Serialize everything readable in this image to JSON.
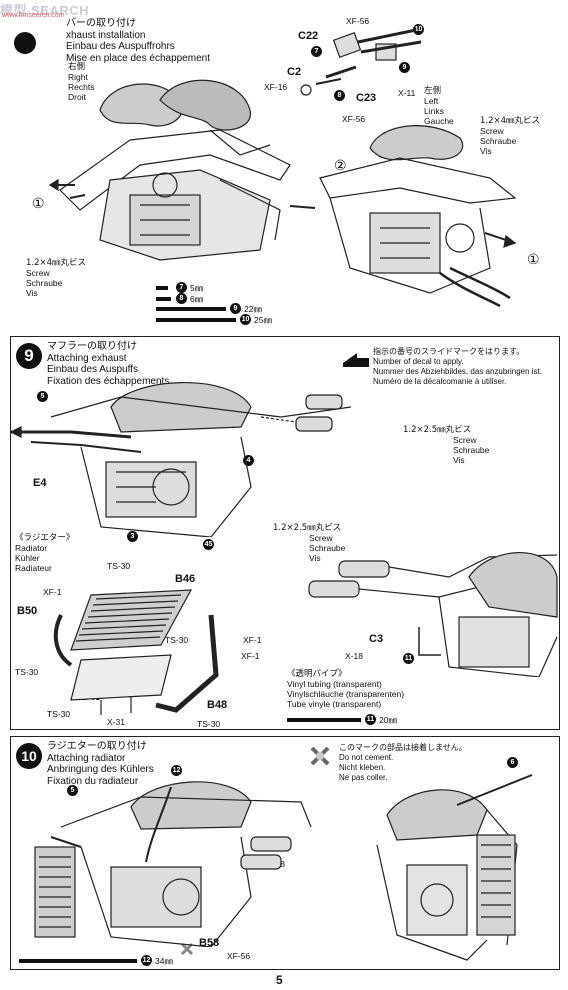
{
  "watermark": {
    "main": "模型 SEARCH",
    "sub": "www.hmsearch.com"
  },
  "step8": {
    "title": [
      "バーの取り付け",
      "xhaust installation",
      "Einbau des Auspuffrohrs",
      "Mise en place des échappement"
    ],
    "right_label": [
      "右側",
      "Right",
      "Rechts",
      "Droit"
    ],
    "left_label": [
      "左側",
      "Left",
      "Links",
      "Gauche"
    ],
    "screw_left": [
      "1.2×4㎜丸ビス",
      "Screw",
      "Schraube",
      "Vis"
    ],
    "screw_right": [
      "1.2×4㎜丸ビス",
      "Screw",
      "Schraube",
      "Vis"
    ],
    "parts": {
      "c22": "C22",
      "c2": "C2",
      "c23": "C23",
      "xf56a": "XF-56",
      "xf16": "XF-16",
      "x11": "X-11",
      "xf56b": "XF-56"
    },
    "callouts": {
      "n7": "7",
      "n8": "8",
      "n9": "9",
      "n10": "10",
      "n1": "①",
      "n2": "②"
    },
    "tubing": [
      {
        "num": "7",
        "len": "5㎜"
      },
      {
        "num": "8",
        "len": "6㎜"
      },
      {
        "num": "9",
        "len": "22㎜"
      },
      {
        "num": "10",
        "len": "25㎜"
      }
    ]
  },
  "step9": {
    "number": "9",
    "title": [
      "マフラーの取り付け",
      "Attaching exhaust",
      "Einbau des Auspuffs",
      "Fixation des échappements"
    ],
    "decal_note": [
      "指示の番号のスライドマークをはります。",
      "Number of decal to apply.",
      "Nummer des Abziehbildes, das anzubringen ist.",
      "Numéro de la décalcomanie à utiliser."
    ],
    "screw_top": [
      "1.2×2.5㎜丸ビス",
      "Screw",
      "Schraube",
      "Vis"
    ],
    "screw_mid": [
      "1.2×2.5㎜丸ビス",
      "Screw",
      "Schraube",
      "Vis"
    ],
    "radiator": [
      "《ラジエター》",
      "Radiator",
      "Kühler",
      "Radiateur"
    ],
    "vinyl": [
      "《透明パイプ》",
      "Vinyl tubing (transparent)",
      "Vinylschläuche (transparenten)",
      "Tube vinyle (transparent)"
    ],
    "vinyl_len": {
      "num": "11",
      "len": "20㎜"
    },
    "parts": {
      "e4": "E4",
      "b46": "B46",
      "b50": "B50",
      "b49": "B49",
      "b48": "B48",
      "c3": "C3",
      "ts30a": "TS-30",
      "ts30b": "TS-30",
      "ts30c": "TS-30",
      "ts30d": "TS-30",
      "ts30e": "TS-30",
      "xf1a": "XF-1",
      "xf1b": "XF-1",
      "xf1c": "XF-1",
      "x31": "X-31",
      "x18": "X-18"
    },
    "callouts": {
      "n5": "5",
      "n4": "4",
      "n3": "3",
      "n45": "45",
      "n11": "11"
    }
  },
  "step10": {
    "number": "10",
    "title": [
      "ラジエターの取り付け",
      "Attaching radiator",
      "Anbringung des Kühlers",
      "Fixation du radiateur"
    ],
    "noglue": [
      "このマークの部品は接着しません。",
      "Do not cement.",
      "Nicht kleben.",
      "Ne pas coller."
    ],
    "parts": {
      "x18": "X-18",
      "b58": "B58",
      "xf56": "XF-56"
    },
    "callouts": {
      "n12": "12",
      "n5": "5",
      "n6": "6"
    },
    "tubing": {
      "num": "12",
      "len": "34㎜"
    }
  },
  "page_number": "5"
}
